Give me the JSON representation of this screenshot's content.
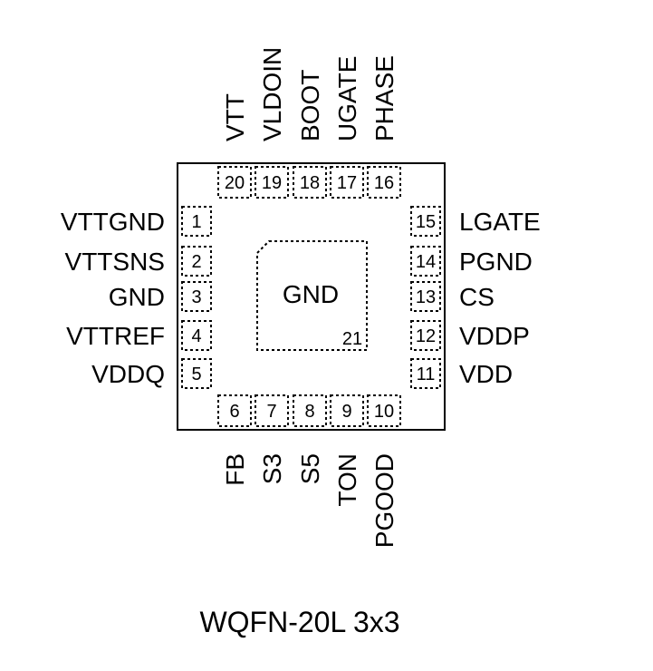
{
  "package": {
    "caption": "WQFN-20L 3x3",
    "center_pad": {
      "label": "GND",
      "number": "21"
    }
  },
  "pins": {
    "left": [
      {
        "number": "1",
        "name": "VTTGND"
      },
      {
        "number": "2",
        "name": "VTTSNS"
      },
      {
        "number": "3",
        "name": "GND"
      },
      {
        "number": "4",
        "name": "VTTREF"
      },
      {
        "number": "5",
        "name": "VDDQ"
      }
    ],
    "bottom": [
      {
        "number": "6",
        "name": "FB"
      },
      {
        "number": "7",
        "name": "S3"
      },
      {
        "number": "8",
        "name": "S5"
      },
      {
        "number": "9",
        "name": "TON"
      },
      {
        "number": "10",
        "name": "PGOOD"
      }
    ],
    "right": [
      {
        "number": "11",
        "name": "VDD"
      },
      {
        "number": "12",
        "name": "VDDP"
      },
      {
        "number": "13",
        "name": "CS"
      },
      {
        "number": "14",
        "name": "PGND"
      },
      {
        "number": "15",
        "name": "LGATE"
      }
    ],
    "top": [
      {
        "number": "16",
        "name": "PHASE"
      },
      {
        "number": "17",
        "name": "UGATE"
      },
      {
        "number": "18",
        "name": "BOOT"
      },
      {
        "number": "19",
        "name": "VLDOIN"
      },
      {
        "number": "20",
        "name": "VTT"
      }
    ]
  }
}
